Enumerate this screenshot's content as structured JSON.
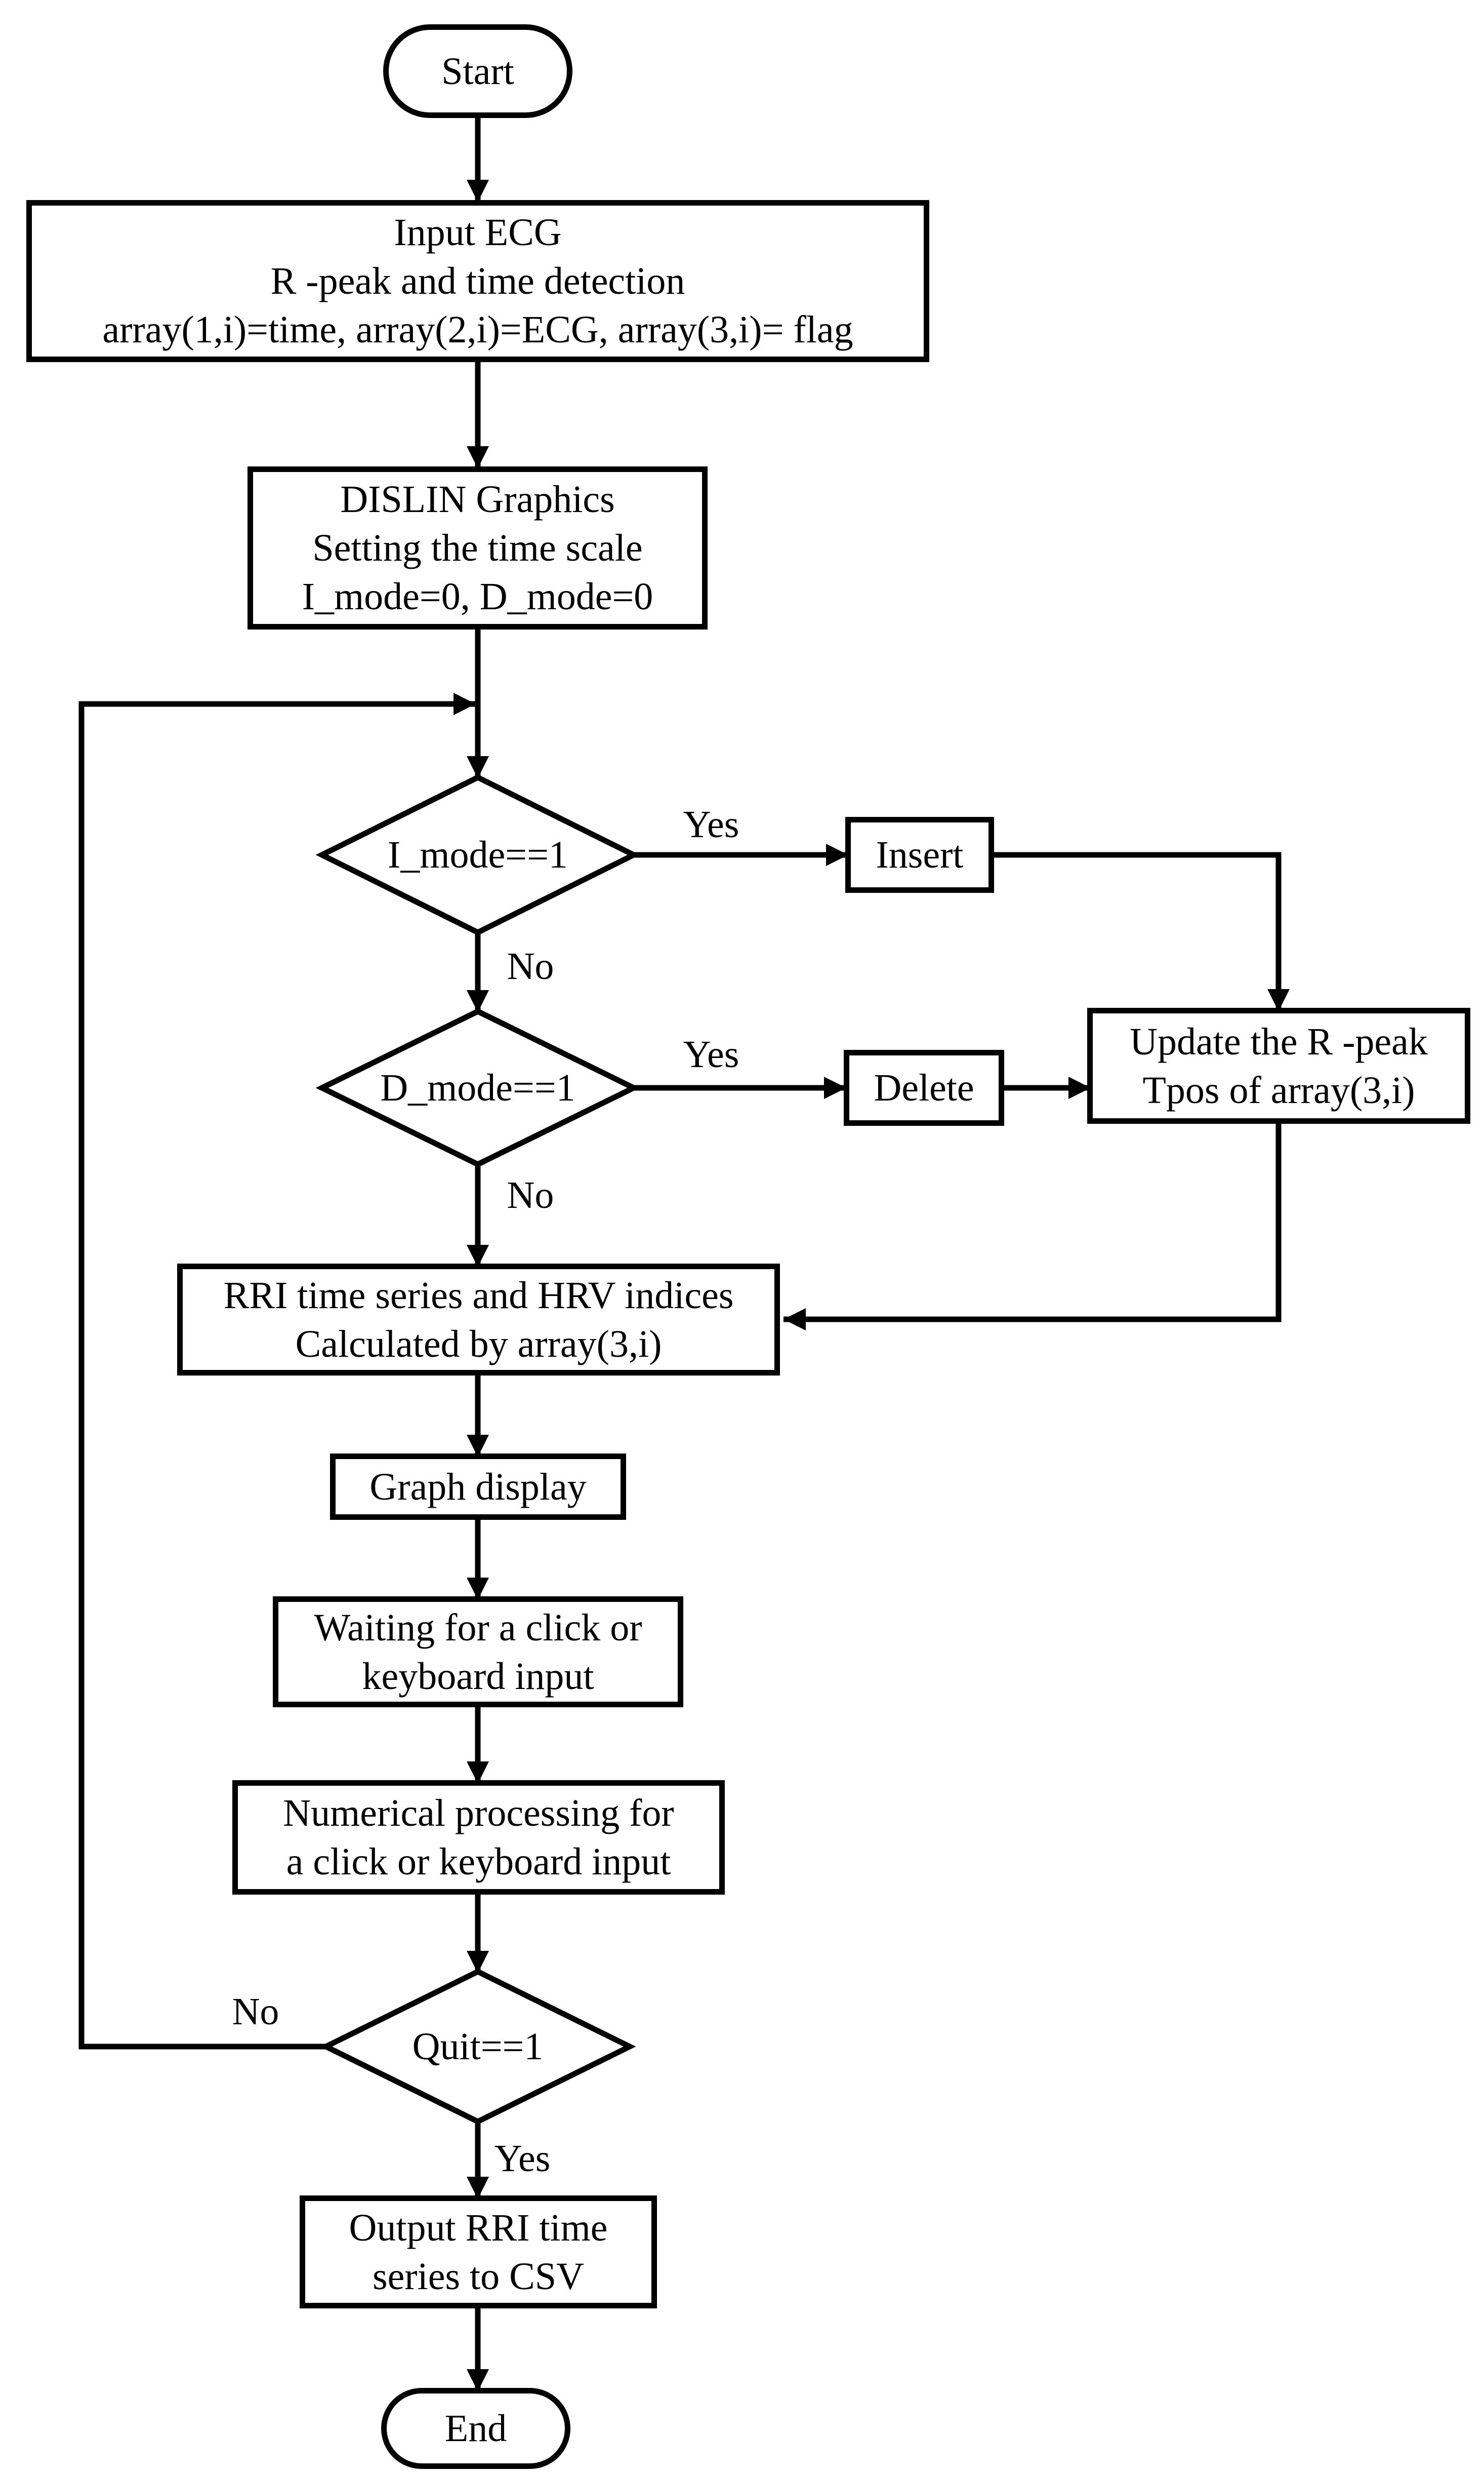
{
  "diagram": {
    "type": "flowchart",
    "background": "#ffffff",
    "stroke_color": "#000000",
    "text_color": "#000000",
    "nodes": {
      "start": {
        "shape": "terminator",
        "label": "Start"
      },
      "input_ecg": {
        "shape": "process",
        "lines": [
          "Input ECG",
          "R -peak and time detection",
          "array(1,i)=time, array(2,i)=ECG, array(3,i)= flag"
        ]
      },
      "dislin": {
        "shape": "process",
        "lines": [
          "DISLIN Graphics",
          "Setting the time scale",
          "I_mode=0, D_mode=0"
        ]
      },
      "imode": {
        "shape": "decision",
        "label": "I_mode==1"
      },
      "insert": {
        "shape": "process",
        "label": "Insert"
      },
      "dmode": {
        "shape": "decision",
        "label": "D_mode==1"
      },
      "delete": {
        "shape": "process",
        "label": "Delete"
      },
      "update": {
        "shape": "process",
        "lines": [
          "Update the R -peak",
          "Tpos of array(3,i)"
        ]
      },
      "rri": {
        "shape": "process",
        "lines": [
          "RRI time series and HRV indices",
          "Calculated by array(3,i)"
        ]
      },
      "graph": {
        "shape": "process",
        "label": "Graph display"
      },
      "waiting": {
        "shape": "process",
        "lines": [
          "Waiting for a click or",
          "keyboard input"
        ]
      },
      "numerical": {
        "shape": "process",
        "lines": [
          "Numerical processing for",
          "a click or keyboard input"
        ]
      },
      "quit": {
        "shape": "decision",
        "label": "Quit==1"
      },
      "output": {
        "shape": "process",
        "lines": [
          "Output RRI time",
          "series to CSV"
        ]
      },
      "end": {
        "shape": "terminator",
        "label": "End"
      }
    },
    "edges": [
      {
        "from": "start",
        "to": "input_ecg"
      },
      {
        "from": "input_ecg",
        "to": "dislin"
      },
      {
        "from": "dislin",
        "to": "imode"
      },
      {
        "from": "imode",
        "to": "insert",
        "label": "Yes"
      },
      {
        "from": "imode",
        "to": "dmode",
        "label": "No"
      },
      {
        "from": "dmode",
        "to": "delete",
        "label": "Yes"
      },
      {
        "from": "dmode",
        "to": "rri",
        "label": "No"
      },
      {
        "from": "insert",
        "to": "update"
      },
      {
        "from": "delete",
        "to": "update"
      },
      {
        "from": "update",
        "to": "rri"
      },
      {
        "from": "rri",
        "to": "graph"
      },
      {
        "from": "graph",
        "to": "waiting"
      },
      {
        "from": "waiting",
        "to": "numerical"
      },
      {
        "from": "numerical",
        "to": "quit"
      },
      {
        "from": "quit",
        "to": "imode-junction",
        "label": "No"
      },
      {
        "from": "quit",
        "to": "output",
        "label": "Yes"
      },
      {
        "from": "output",
        "to": "end"
      }
    ]
  }
}
